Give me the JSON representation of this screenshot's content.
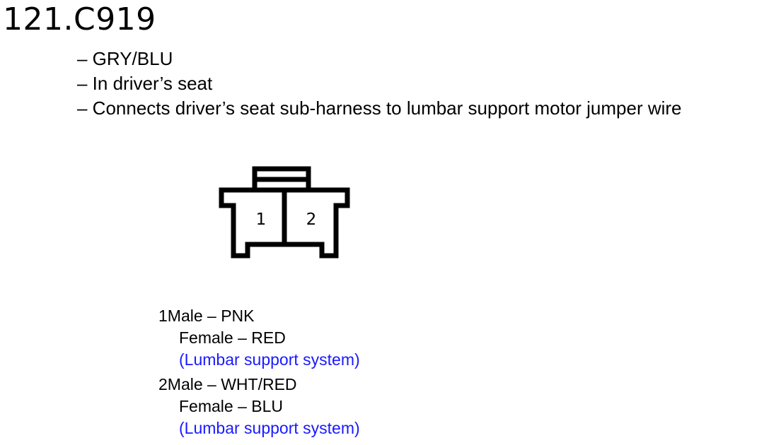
{
  "title": "121.C919",
  "description": [
    "– GRY/BLU",
    "– In driver’s seat",
    "– Connects driver’s seat sub-harness to lumbar support motor jumper wire"
  ],
  "connector": {
    "cavities": [
      "1",
      "2"
    ]
  },
  "pins": [
    {
      "number_male": "1Male – PNK",
      "female": "Female – RED",
      "system": "(Lumbar support system)"
    },
    {
      "number_male": "2Male – WHT/RED",
      "female": "Female – BLU",
      "system": "(Lumbar support system)"
    }
  ],
  "colors": {
    "system_text": "#1a1aff",
    "line": "#000000"
  }
}
